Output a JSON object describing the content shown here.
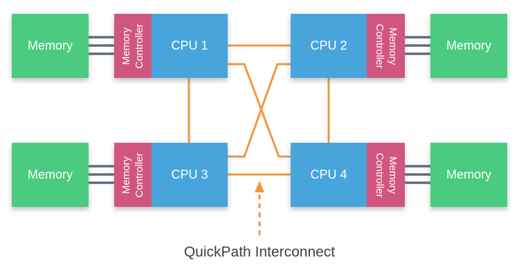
{
  "colors": {
    "memory_green": "#4bcb80",
    "cpu_blue": "#48a5dc",
    "controller_pink": "#d1567f",
    "interconnect_orange": "#f0963e",
    "bus_gray": "#5b6d7d",
    "label_text": "#3d4043",
    "box_text": "#ffffff"
  },
  "nodes": {
    "memories": [
      {
        "label": "Memory"
      },
      {
        "label": "Memory"
      },
      {
        "label": "Memory"
      },
      {
        "label": "Memory"
      }
    ],
    "cpus": [
      {
        "label": "CPU 1"
      },
      {
        "label": "CPU 2"
      },
      {
        "label": "CPU 3"
      },
      {
        "label": "CPU 4"
      }
    ],
    "memory_controller": {
      "line1": "Memory",
      "line2": "Controller"
    }
  },
  "buses": {
    "lines_per_bus": 3,
    "count": 4
  },
  "links": {
    "cpu_pairs": [
      "CPU 1-CPU 2",
      "CPU 3-CPU 4",
      "CPU 1-CPU 3",
      "CPU 2-CPU 4",
      "CPU 1-CPU 4",
      "CPU 2-CPU 3"
    ]
  },
  "annotation": {
    "label": "QuickPath Interconnect"
  }
}
